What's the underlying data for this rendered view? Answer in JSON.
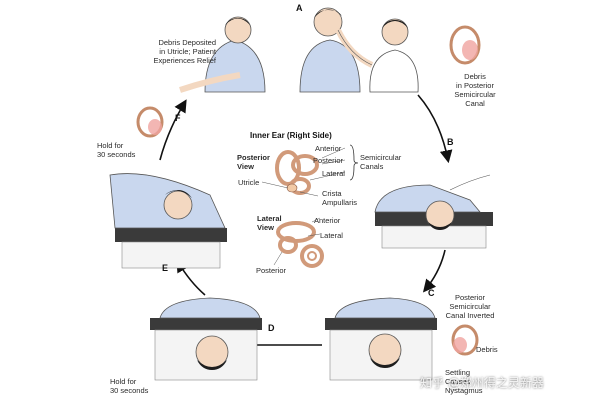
{
  "steps": {
    "a": "A",
    "b": "B",
    "c": "C",
    "d": "D",
    "e": "E",
    "f": "F"
  },
  "labels": {
    "debris_utricle_1": "Debris Deposited",
    "debris_utricle_2": "in Utricle; Patient",
    "debris_utricle_3": "Experiences Relief",
    "debris_posterior_1": "Debris",
    "debris_posterior_2": "in Posterior",
    "debris_posterior_3": "Semicircular",
    "debris_posterior_4": "Canal",
    "hold_top_1": "Hold for",
    "hold_top_2": "30 seconds",
    "hold_bottom_1": "Hold for",
    "hold_bottom_2": "30 seconds",
    "inverted_1": "Posterior",
    "inverted_2": "Semicircular",
    "inverted_3": "Canal Inverted",
    "debris_small": "Debris",
    "settling_1": "Settling",
    "settling_2": "Causes",
    "settling_3": "Nystagmus"
  },
  "inner_ear": {
    "title": "Inner Ear (Right Side)",
    "posterior_view_1": "Posterior",
    "posterior_view_2": "View",
    "anterior": "Anterior",
    "posterior": "Posterior",
    "lateral": "Lateral",
    "semicircular_1": "Semicircular",
    "semicircular_2": "Canals",
    "utricle": "Utricle",
    "crista_1": "Crista",
    "crista_2": "Ampullaris",
    "lateral_view_1": "Lateral",
    "lateral_view_2": "View",
    "anterior2": "Anterior",
    "lateral2": "Lateral",
    "posterior2": "Posterior"
  },
  "watermark": "知乎 @郑州得之灵新器",
  "colors": {
    "shirt": "#c9d7ee",
    "shirt_shade": "#9fb4d8",
    "skin": "#f3d8c1",
    "hair": "#1e1e1e",
    "table": "#3a3a3a",
    "ear": "#f2c9a5",
    "ear_pink": "#f0a4a0",
    "arrow": "#111111"
  }
}
